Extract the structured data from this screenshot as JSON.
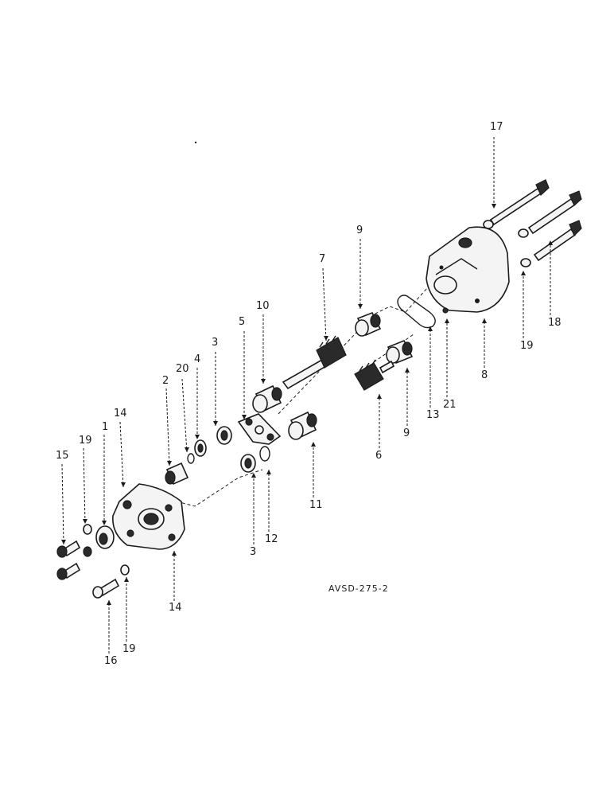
{
  "diagram": {
    "reference_code": "AVSD-275-2",
    "callouts": [
      {
        "id": "c17",
        "text": "17"
      },
      {
        "id": "c9a",
        "text": "9"
      },
      {
        "id": "c7",
        "text": "7"
      },
      {
        "id": "c10",
        "text": "10"
      },
      {
        "id": "c5",
        "text": "5"
      },
      {
        "id": "c3a",
        "text": "3"
      },
      {
        "id": "c4",
        "text": "4"
      },
      {
        "id": "c20",
        "text": "20"
      },
      {
        "id": "c2",
        "text": "2"
      },
      {
        "id": "c14a",
        "text": "14"
      },
      {
        "id": "c1",
        "text": "1"
      },
      {
        "id": "c19a",
        "text": "19"
      },
      {
        "id": "c15",
        "text": "15"
      },
      {
        "id": "c18",
        "text": "18"
      },
      {
        "id": "c19b",
        "text": "19"
      },
      {
        "id": "c8",
        "text": "8"
      },
      {
        "id": "c21",
        "text": "21"
      },
      {
        "id": "c13",
        "text": "13"
      },
      {
        "id": "c9b",
        "text": "9"
      },
      {
        "id": "c6",
        "text": "6"
      },
      {
        "id": "c11",
        "text": "11"
      },
      {
        "id": "c12",
        "text": "12"
      },
      {
        "id": "c3b",
        "text": "3"
      },
      {
        "id": "c14b",
        "text": "14"
      },
      {
        "id": "c16",
        "text": "16"
      },
      {
        "id": "c19c",
        "text": "19"
      }
    ]
  }
}
